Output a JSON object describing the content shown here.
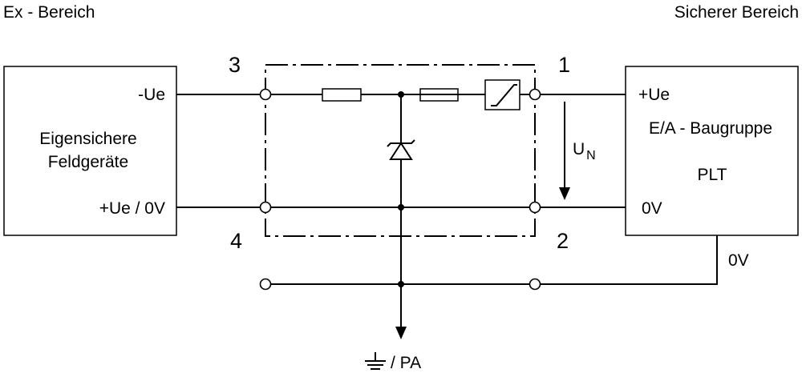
{
  "zones": {
    "ex_area": "Ex - Bereich",
    "safe_area": "Sicherer Bereich"
  },
  "field_device": {
    "title_line1": "Eigensichere",
    "title_line2": "Feldgeräte",
    "terminal_top": "-Ue",
    "terminal_bottom": "+Ue / 0V"
  },
  "io_module": {
    "terminal_top": "+Ue",
    "title": "E/A - Baugruppe",
    "subtitle": "PLT",
    "terminal_bottom": "0V"
  },
  "barrier_terminals": {
    "t1": "1",
    "t2": "2",
    "t3": "3",
    "t4": "4"
  },
  "voltage_label": {
    "symbol": "U",
    "subscript": "N"
  },
  "return_label": "0V",
  "ground_label": "/ PA"
}
